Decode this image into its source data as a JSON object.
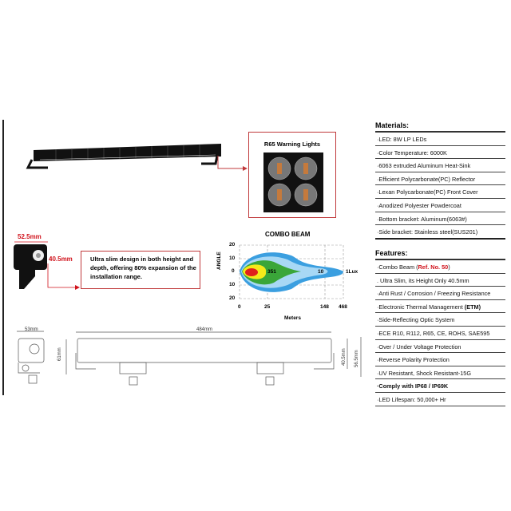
{
  "materials": {
    "title": "Materials:",
    "items": [
      "·LED: 8W LP LEDs",
      "·Color Temperature: 6000K",
      "·6063 extruded Aluminum Heat-Sink",
      "·Efficient Polycarbonate(PC) Reflector",
      "·Lexan Polycarbonate(PC) Front Cover",
      "·Anodized Polyester Powdercoat",
      "·Bottom bracket: Aluminum(6063#)",
      "·Side bracket: Stainless steel(SUS201)"
    ]
  },
  "features": {
    "title": "Features:",
    "combo_prefix": "·Combo Beam (",
    "combo_ref": "Ref. No. 50",
    "combo_suffix": ")",
    "etm_prefix": "·Electronic Thermal Management ",
    "etm_bold": "(ETM)",
    "items": [
      ". Ultra Slim, its Height Only 40.5mm",
      "·Anti Rust / Corrosion / Freezing Resistance",
      "·Side-Reflecting Optic System",
      "·ECE R10, R112, R65, CE, ROHS, SAE595",
      "·Over / Under Voltage Protection",
      "·Reverse Polarity Protection",
      "·UV Resistant, Shock Resistant-15G",
      "·Comply with IP68 / IP69K",
      "·LED Lifespan: 50,000+ Hr"
    ]
  },
  "r65": {
    "title": "R65 Warning Lights"
  },
  "side_view": {
    "width": "52.5mm",
    "height": "40.5mm"
  },
  "callout": "Ultra slim design in both height and depth, offering 80% expansion of the installation range.",
  "beam": {
    "title": "COMBO  BEAM",
    "ylabel": "ANGLE",
    "xlabel": "Meters",
    "yticks": [
      "20",
      "10",
      "0",
      "10",
      "20"
    ],
    "xticks": [
      "0",
      "25",
      "148",
      "468"
    ],
    "labels": {
      "inner": "351",
      "mid": "10",
      "outer": "1Lux"
    },
    "colors": {
      "red": "#e0201c",
      "yellow": "#f5ea1a",
      "green": "#3aa639",
      "light_blue": "#a8d8f5",
      "blue": "#3b9fe0"
    }
  },
  "drawing": {
    "side_width": "53mm",
    "length": "484mm",
    "height_left": "61mm",
    "height_inner": "40.5mm",
    "height_outer": "56.5mm"
  }
}
